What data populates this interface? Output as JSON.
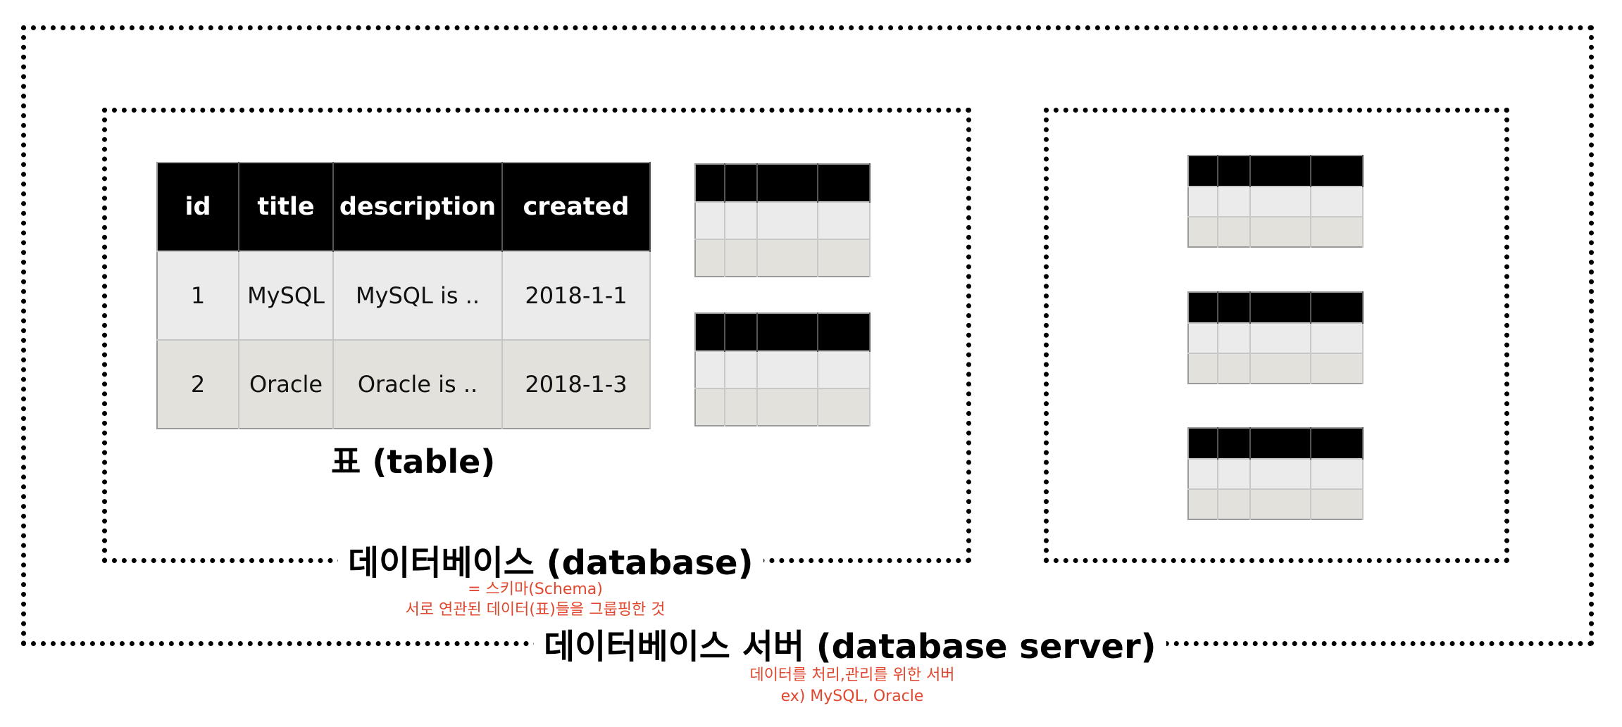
{
  "table": {
    "headers": [
      "id",
      "title",
      "description",
      "created"
    ],
    "rows": [
      [
        "1",
        "MySQL",
        "MySQL is ..",
        "2018-1-1"
      ],
      [
        "2",
        "Oracle",
        "Oracle is ..",
        "2018-1-3"
      ]
    ],
    "caption": "표 (table)"
  },
  "database": {
    "label": "데이터베이스 (database)",
    "note_line1": "= 스키마(Schema)",
    "note_line2": "서로 연관된 데이터(표)들을 그룹핑한 것"
  },
  "server": {
    "label": "데이터베이스 서버 (database server)",
    "note_line1": "데이터를 처리,관리를 위한 서버",
    "note_line2": "ex) MySQL, Oracle"
  },
  "colors": {
    "note": "#e0482f",
    "header_bg": "#000000",
    "row_light": "#ebebeb",
    "row_dark": "#e2e1db"
  }
}
